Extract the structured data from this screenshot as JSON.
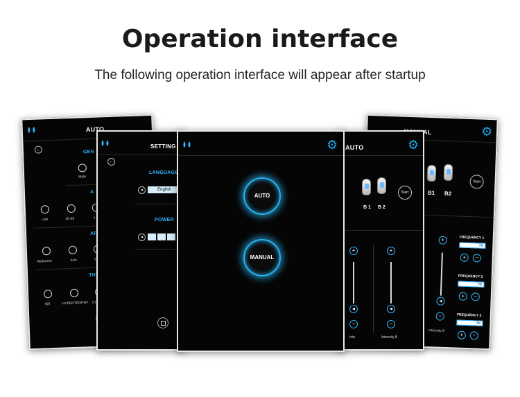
{
  "heading": {
    "title": "Operation interface",
    "subtitle": "The following operation interface will appear after startup"
  },
  "screen_auto_menu": {
    "header": "AUTO",
    "gender_label": "GEN",
    "male_label": "Male",
    "age_label": "A",
    "age_options": [
      "<30",
      "30-39",
      "4"
    ],
    "area_label": "AR",
    "area_options": [
      "Abdomen",
      "Arm",
      "Str"
    ],
    "therapy_label": "THE",
    "therapy_options": [
      "Hiff",
      "HYPERTROPHY",
      "STRE"
    ]
  },
  "screen_setting": {
    "header": "SETTING",
    "language_label": "LANGUAGE",
    "language_value": "English",
    "power_label": "POWER",
    "power_level_cells": 4
  },
  "screen_main": {
    "auto_button": "AUTO",
    "manual_button": "MANUAL"
  },
  "screen_auto_run": {
    "header": "AUTO",
    "probe_b1": "B 1",
    "probe_b2": "B 2",
    "start_button": "Start",
    "intensity_a": "Inte",
    "intensity_b": "Intensity B"
  },
  "screen_manual": {
    "header": "MANUAL",
    "probe_b1": "B1",
    "probe_b2": "B2",
    "start_button": "Start",
    "intensity_d": "Intensity D",
    "freq_1": "FREQUENCY 1",
    "freq_2": "FREQUENCY 2",
    "freq_3": "FREQUENCY 3",
    "hz_unit": "Hz"
  },
  "colors": {
    "accent": "#29b4ee",
    "screen_bg": "#050505"
  }
}
